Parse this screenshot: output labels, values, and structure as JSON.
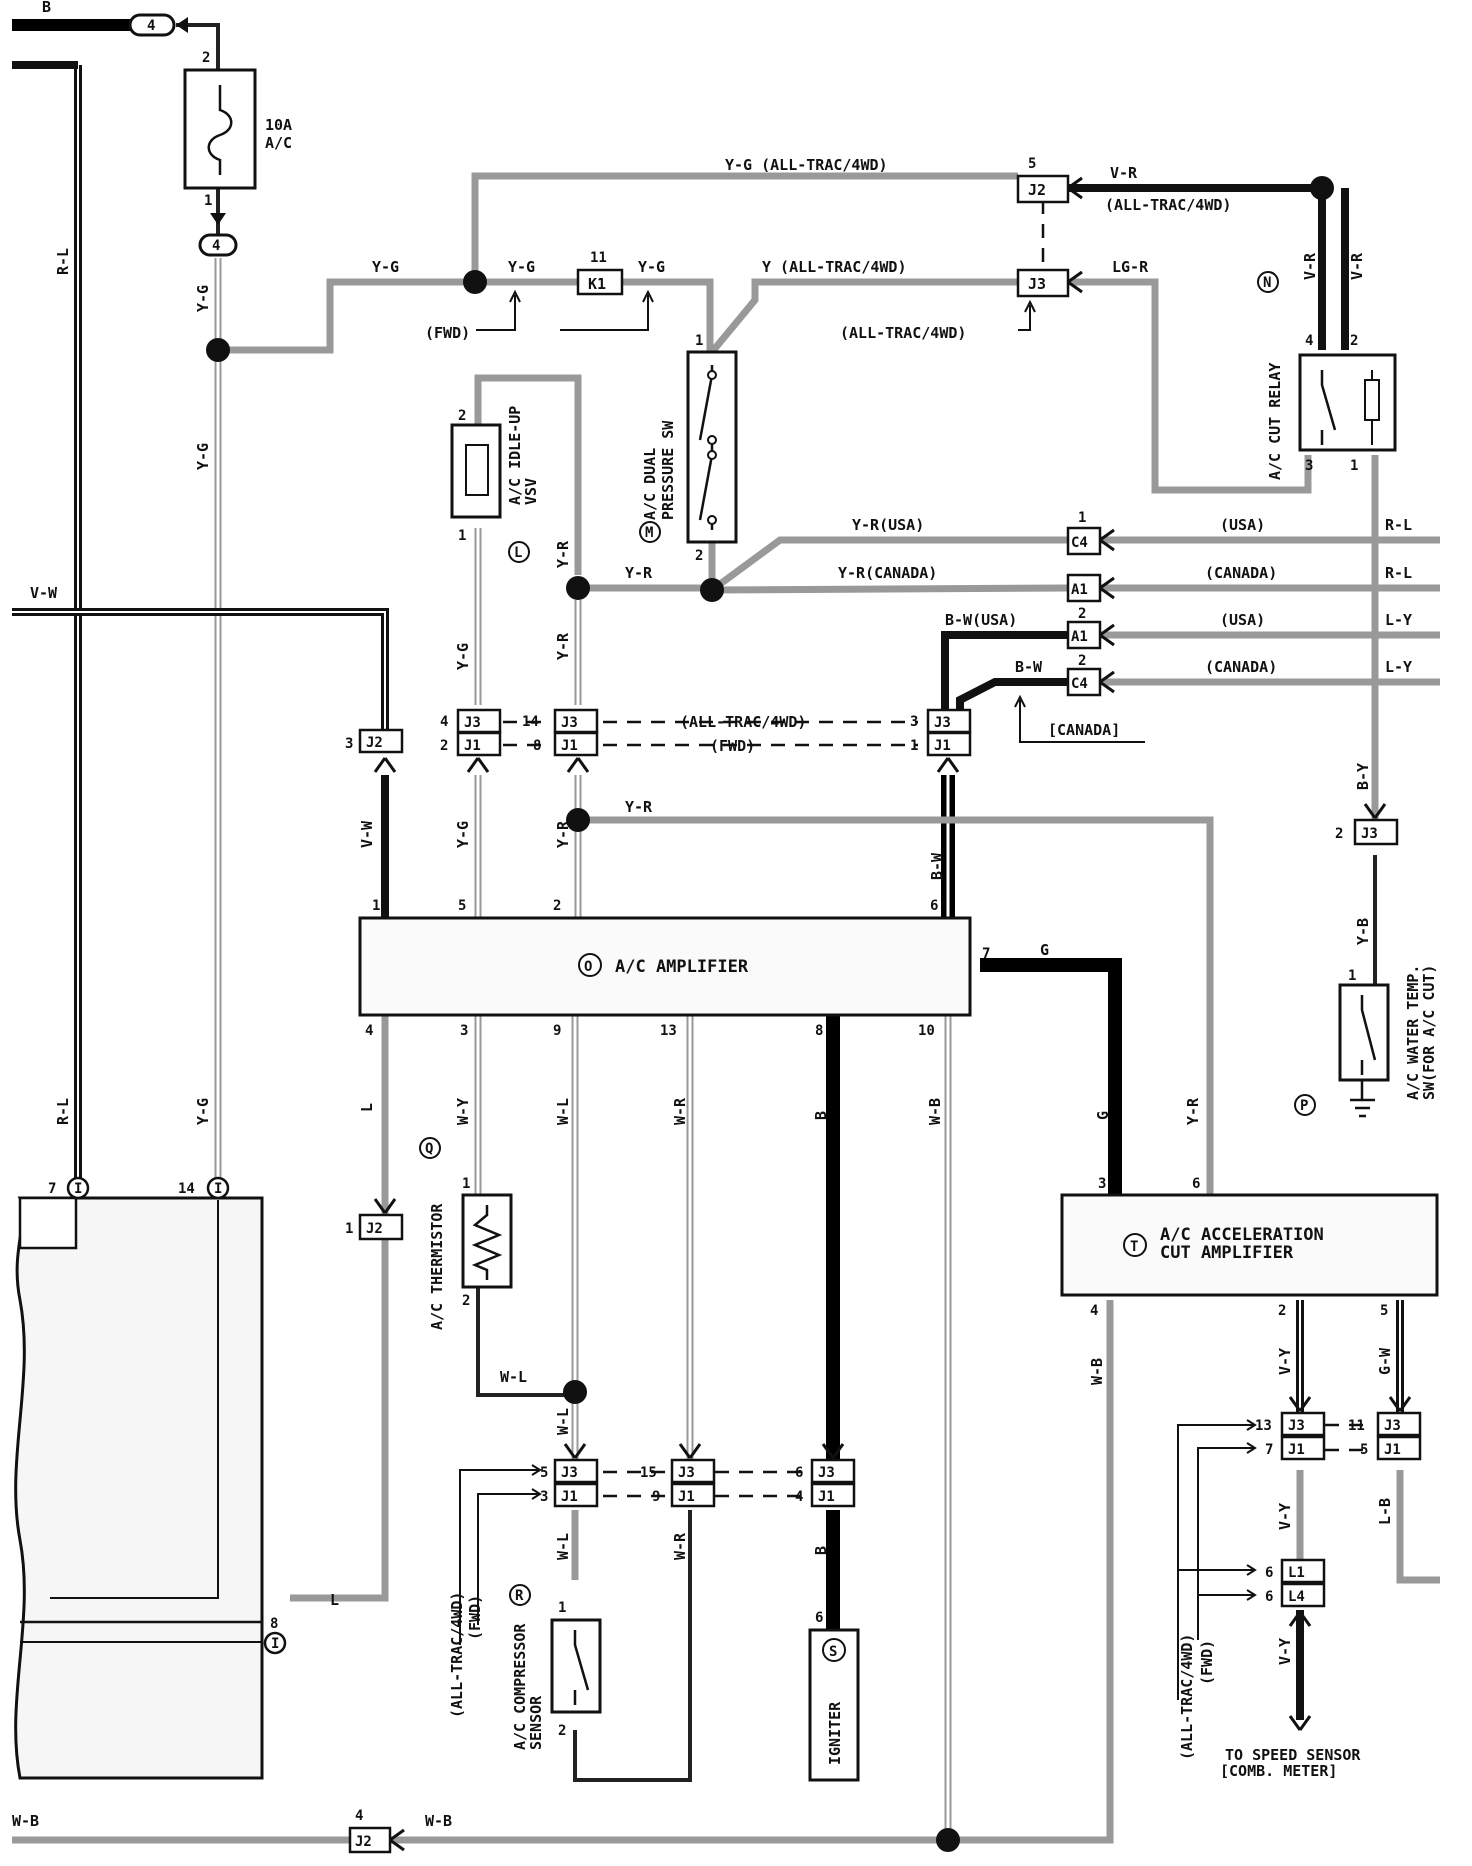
{
  "diagram": {
    "wire_colors": {
      "b": "B",
      "rl": "R-L",
      "yg": "Y-G",
      "vw": "V-W",
      "vr": "V-R",
      "yr": "Y-R",
      "y": "Y",
      "lgr": "LG-R",
      "ly": "L-Y",
      "bw": "B-W",
      "by": "B-Y",
      "yb": "Y-B",
      "l": "L",
      "wy": "W-Y",
      "wl": "W-L",
      "wr": "W-R",
      "wb": "W-B",
      "g": "G",
      "vy": "V-Y",
      "gw": "G-W",
      "lb": "L-B"
    },
    "notes": {
      "yg_alltrac": "Y-G (ALL-TRAC/4WD)",
      "vr_alltrac": "(ALL-TRAC/4WD)",
      "y_alltrac": "Y (ALL-TRAC/4WD)",
      "alltrac_arrow": "(ALL-TRAC/4WD)",
      "fwd": "(FWD)",
      "yr_usa": "Y-R(USA)",
      "yr_canada": "Y-R(CANADA)",
      "usa": "(USA)",
      "canada": "(CANADA)",
      "bw_usa": "B-W(USA)",
      "canada_bracket": "[CANADA]",
      "alltrac_dash": "(ALL-TRAC/4WD)",
      "fwd_dash": "(FWD)",
      "alltrac_vert": "(ALL-TRAC/4WD)",
      "fwd_vert": "(FWD)",
      "to_speed": "TO SPEED SENSOR",
      "comb_meter": "[COMB. METER]"
    },
    "components": {
      "fuse_rating": "10A",
      "fuse_name": "A/C",
      "ac_amplifier": "A/C AMPLIFIER",
      "ac_amplifier_code": "O",
      "accel_cut_1": "A/C ACCELERATION",
      "accel_cut_2": "CUT AMPLIFIER",
      "accel_cut_code": "T",
      "cut_relay": "A/C CUT RELAY",
      "cut_relay_code": "N",
      "dual_pressure_1": "A/C DUAL",
      "dual_pressure_2": "PRESSURE SW",
      "dual_pressure_code": "M",
      "idle_up_1": "A/C IDLE-UP",
      "idle_up_2": "VSV",
      "idle_up_code": "L",
      "thermistor": "A/C THERMISTOR",
      "thermistor_code": "Q",
      "compressor_1": "A/C COMPRESSOR",
      "compressor_2": "SENSOR",
      "compressor_code": "R",
      "igniter": "IGNITER",
      "igniter_code": "S",
      "water_temp_1": "A/C WATER TEMP.",
      "water_temp_2": "SW(FOR A/C CUT)",
      "water_temp_code": "P"
    },
    "connectors": {
      "c4": "4",
      "i": "I",
      "j1": "J1",
      "j2": "J2",
      "j3": "J3",
      "k1": "K1",
      "a1": "A1",
      "c4box": "C4",
      "l1": "L1",
      "l4": "L4"
    },
    "pins": {
      "p1": "1",
      "p2": "2",
      "p3": "3",
      "p4": "4",
      "p5": "5",
      "p6": "6",
      "p7": "7",
      "p8": "8",
      "p9": "9",
      "p10": "10",
      "p11": "11",
      "p13": "13",
      "p14": "14",
      "p15": "15"
    }
  }
}
